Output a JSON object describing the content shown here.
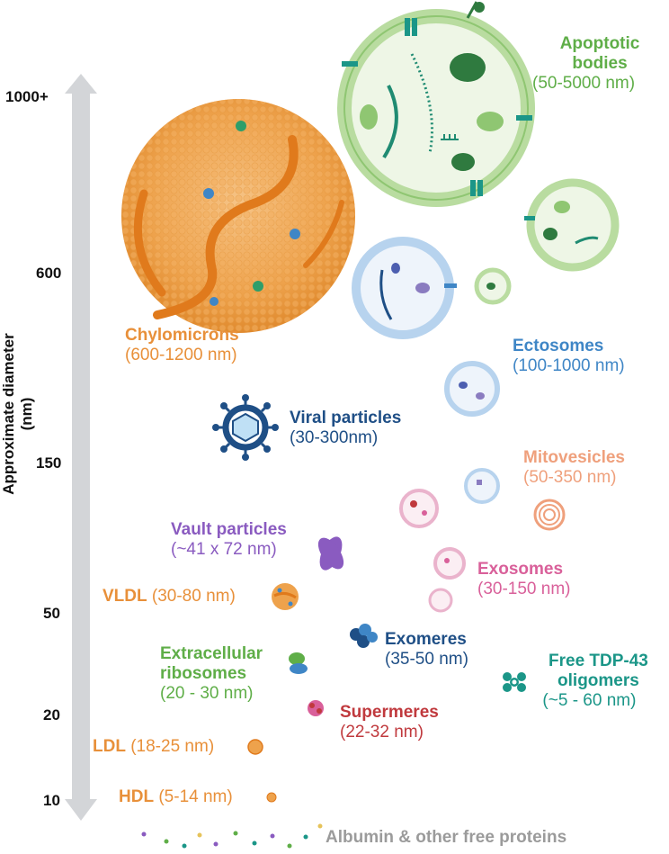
{
  "axis": {
    "title": "Approximate diameter (nm)",
    "ticks": [
      "1000+",
      "600",
      "150",
      "50",
      "20",
      "10"
    ]
  },
  "colors": {
    "orange": "#e8903a",
    "green": "#5fae48",
    "blue": "#3f86c6",
    "navy": "#1f4f86",
    "purple": "#8a5bc0",
    "pink": "#d9609a",
    "salmon": "#efa07c",
    "red": "#c0393d",
    "teal": "#1b9688",
    "gray": "#9b9b9b"
  },
  "particles": {
    "apoptotic": {
      "name": "Apoptotic bodies",
      "name_line1": "Apoptotic",
      "name_line2": "bodies",
      "range": "(50-5000 nm)"
    },
    "chylomicrons": {
      "name": "Chylomicrons",
      "range": "(600-1200 nm)"
    },
    "ectosomes": {
      "name": "Ectosomes",
      "range": "(100-1000 nm)"
    },
    "viral": {
      "name": "Viral particles",
      "range": "(30-300nm)"
    },
    "mitovesicles": {
      "name": "Mitovesicles",
      "range": "(50-350 nm)"
    },
    "vault": {
      "name": "Vault particles",
      "range": "(~41 x 72 nm)"
    },
    "exosomes": {
      "name": "Exosomes",
      "range": "(30-150 nm)"
    },
    "vldl": {
      "name": "VLDL",
      "range": "(30-80 nm)"
    },
    "ribosomes": {
      "name_line1": "Extracellular",
      "name_line2": "ribosomes",
      "range": "(20 - 30 nm)"
    },
    "exomeres": {
      "name": "Exomeres",
      "range": "(35-50 nm)"
    },
    "tdp43": {
      "name_line1": "Free TDP-43",
      "name_line2": "oligomers",
      "range": "(~5 - 60 nm)"
    },
    "supermeres": {
      "name": "Supermeres",
      "range": "(22-32 nm)"
    },
    "ldl": {
      "name": "LDL",
      "range": "(18-25 nm)"
    },
    "hdl": {
      "name": "HDL",
      "range": "(5-14 nm)"
    },
    "albumin": {
      "name": "Albumin & other free proteins"
    }
  }
}
